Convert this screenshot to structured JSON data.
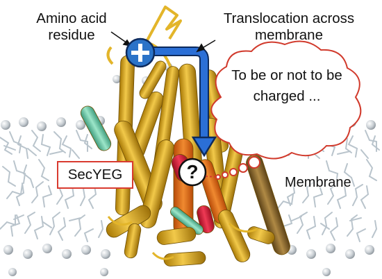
{
  "labels": {
    "amino_acid": "Amino acid\nresidue",
    "translocation": "Translocation across\nmembrane",
    "secyeg": "SecYEG",
    "membrane": "Membrane",
    "thought": "To be or not to be charged ..."
  },
  "symbols": {
    "plus": "+",
    "question": "?"
  },
  "colors": {
    "residue_blue": "#2b73c8",
    "arrow_blue": "#2b6fd6",
    "thought_border": "#d13a2c",
    "secyeg_border": "#d93a2f",
    "helix_gold": "#d7a41c",
    "helix_orange": "#e36a1a",
    "helix_red": "#d21a35",
    "helix_teal": "#6fd0ac",
    "helix_brown": "#8a6a2f",
    "lipid_gray": "#b9c4cc"
  },
  "icons": {
    "residue": "plus-circle-icon",
    "unknown": "question-circle-icon",
    "arrow": "translocation-arrow-icon"
  }
}
